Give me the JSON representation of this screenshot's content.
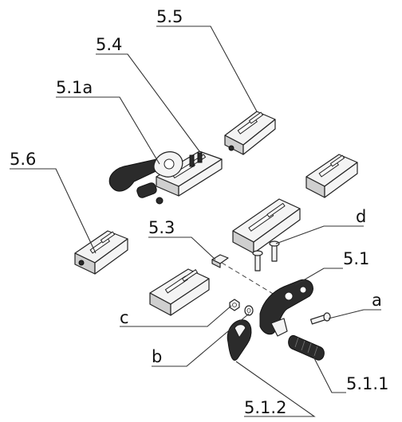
{
  "labels": {
    "l_5_5": "5.5",
    "l_5_4": "5.4",
    "l_5_1a": "5.1a",
    "l_5_6": "5.6",
    "l_5_3": "5.3",
    "l_d": "d",
    "l_5_1": "5.1",
    "l_a": "a",
    "l_c": "c",
    "l_b": "b",
    "l_5_1_1": "5.1.1",
    "l_5_1_2": "5.1.2"
  }
}
